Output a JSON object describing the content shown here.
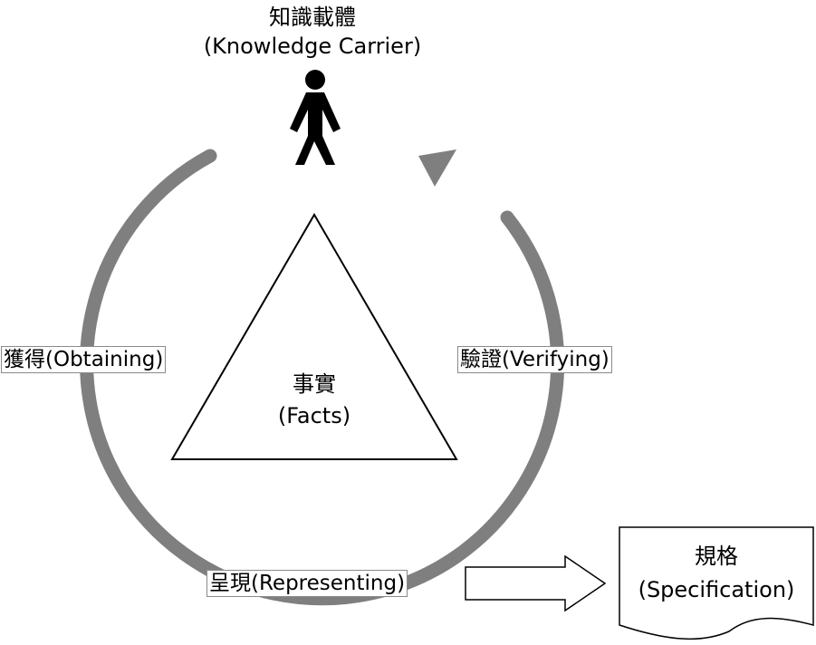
{
  "carrier": {
    "zh": "知識載體",
    "en": "(Knowledge Carrier)"
  },
  "facts": {
    "zh": "事實",
    "en": "(Facts)"
  },
  "cycle": {
    "obtaining": "獲得(Obtaining)",
    "verifying": "驗證(Verifying)",
    "representing": "呈現(Representing)"
  },
  "spec": {
    "zh": "規格",
    "en": "(Specification)"
  },
  "colors": {
    "cycle_arc": "#7f7f7f",
    "outline": "#000000",
    "label_border": "#8a8a8a"
  }
}
